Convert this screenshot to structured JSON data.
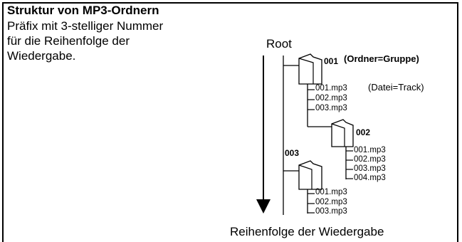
{
  "heading": "Struktur von MP3-Ordnern",
  "description_lines": [
    "Präfix mit 3-stelliger Nummer",
    "für die Reihenfolge der",
    "Wiedergabe."
  ],
  "diagram": {
    "root_label": "Root",
    "order_label": "Reihenfolge der Wiedergabe",
    "folders": [
      {
        "number": "001",
        "note": "(Ordner=Gruppe)",
        "files": [
          "001.mp3",
          "002.mp3",
          "003.mp3"
        ],
        "file_note": "(Datei=Track)"
      },
      {
        "number": "002",
        "files": [
          "001.mp3",
          "002.mp3",
          "003.mp3",
          "004.mp3"
        ]
      },
      {
        "number": "003",
        "files": [
          "001.mp3",
          "002.mp3",
          "003.mp3"
        ]
      }
    ]
  },
  "colors": {
    "ink": "#000000",
    "folder_fill": "#ffffff",
    "background": "#ffffff"
  }
}
